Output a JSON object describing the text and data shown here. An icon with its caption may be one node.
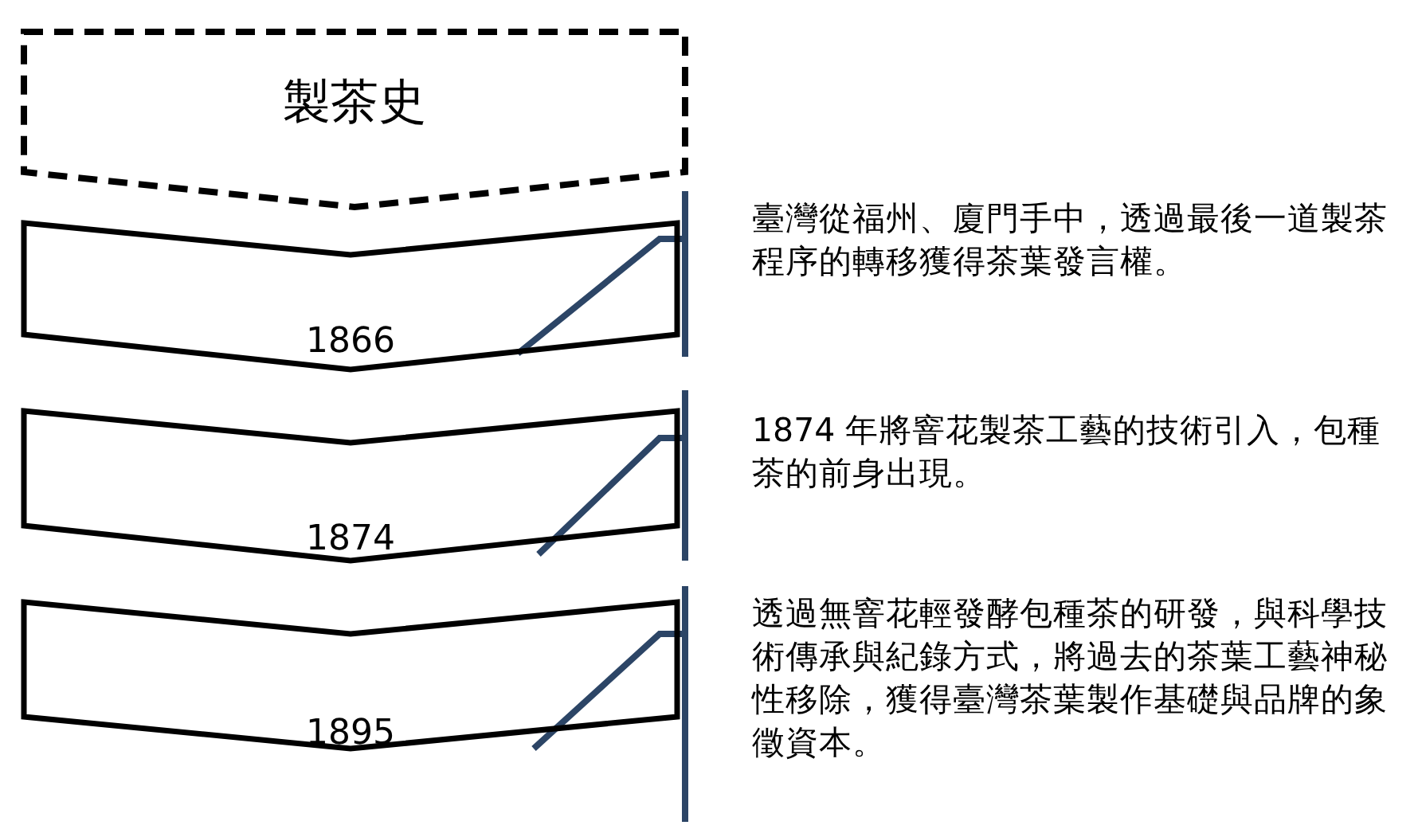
{
  "diagram": {
    "nodes": [
      {
        "text": [
          "製茶史"
        ]
      },
      {
        "text": [
          "1866"
        ]
      },
      {
        "text": [
          "臺灣從福州、廈門手中，透過最後一道製茶程序的轉移獲得茶葉發言權。"
        ]
      },
      {
        "text": [
          "1874"
        ]
      },
      {
        "text": [
          "1874 年將窨花製茶工藝的技術引入，包種茶的前身出現。"
        ]
      },
      {
        "text": [
          "1895"
        ]
      },
      {
        "text": [
          "透過無窨花輕發酵包種茶的研發，與科學技術傳承與紀錄方式，將過去的茶葉工藝神秘性移除，獲得臺灣茶葉製作基礎與品牌的象徵資本。"
        ]
      }
    ],
    "edges": [
      {
        "from": 2,
        "to": 1,
        "arrow": "none"
      },
      {
        "from": 4,
        "to": 3,
        "arrow": "none"
      },
      {
        "from": 6,
        "to": 5,
        "arrow": "none"
      }
    ]
  }
}
